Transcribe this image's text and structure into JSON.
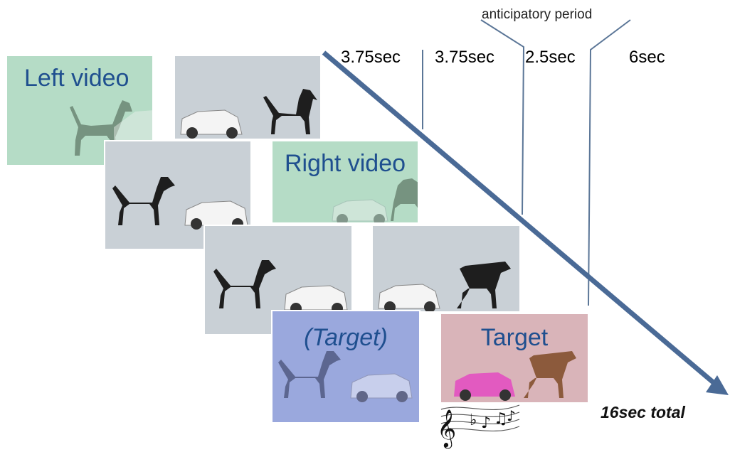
{
  "colors": {
    "grey_panel": "#c9d0d6",
    "green_panel": "#b5dcc6",
    "blue_panel": "#9aa8dd",
    "pink_panel": "#d9b4b9",
    "label_text": "#1f4f8f",
    "arrow": "#4a6a96",
    "timeline_lines": "#5b7697"
  },
  "annotation": {
    "anticipatory_period": "anticipatory period"
  },
  "timings": [
    "3.75sec",
    "3.75sec",
    "2.5sec",
    "6sec"
  ],
  "panels": {
    "left_video": "Left video",
    "right_video": "Right video",
    "target_italic": "(Target)",
    "target": "Target"
  },
  "total": "16sec total",
  "icons": [
    "dog-icon",
    "car-icon",
    "music-notes-icon",
    "timeline-arrow-icon"
  ]
}
